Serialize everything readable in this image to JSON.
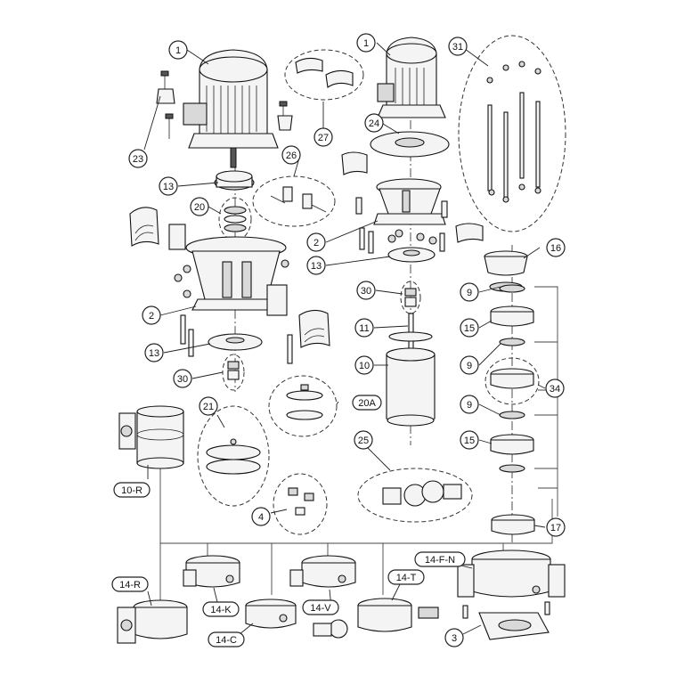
{
  "callouts": {
    "c1a": "1",
    "c1b": "1",
    "c23": "23",
    "c27": "27",
    "c24": "24",
    "c31": "31",
    "c26": "26",
    "c13a": "13",
    "c20": "20",
    "c2a": "2",
    "c2b": "2",
    "c13b": "13",
    "c16": "16",
    "c30a": "30",
    "c9a": "9",
    "c11": "11",
    "c15a": "15",
    "c13c": "13",
    "c9b": "9",
    "c10": "10",
    "c30b": "30",
    "c34": "34",
    "c9c": "9",
    "c21": "21",
    "c25": "25",
    "c15b": "15",
    "c17": "17",
    "c4": "4",
    "c3": "3"
  },
  "tags": {
    "t20A": "20A",
    "t10R": "10-R",
    "t14FN": "14-F-N",
    "t14R": "14-R",
    "t14T": "14-T",
    "t14K": "14-K",
    "t14V": "14-V",
    "t14C": "14-C"
  }
}
